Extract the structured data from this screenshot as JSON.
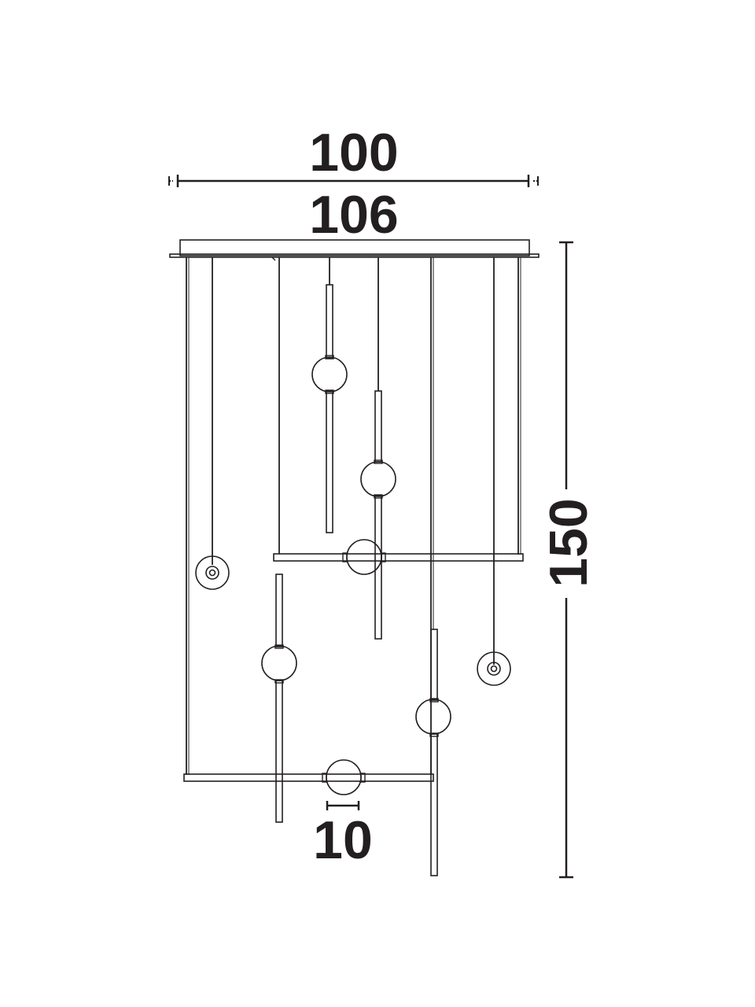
{
  "dimensions": {
    "inner_width": "100",
    "outer_width": "106",
    "height": "150",
    "globe_diameter": "10"
  },
  "colors": {
    "line": "#231f20",
    "background": "#ffffff"
  }
}
